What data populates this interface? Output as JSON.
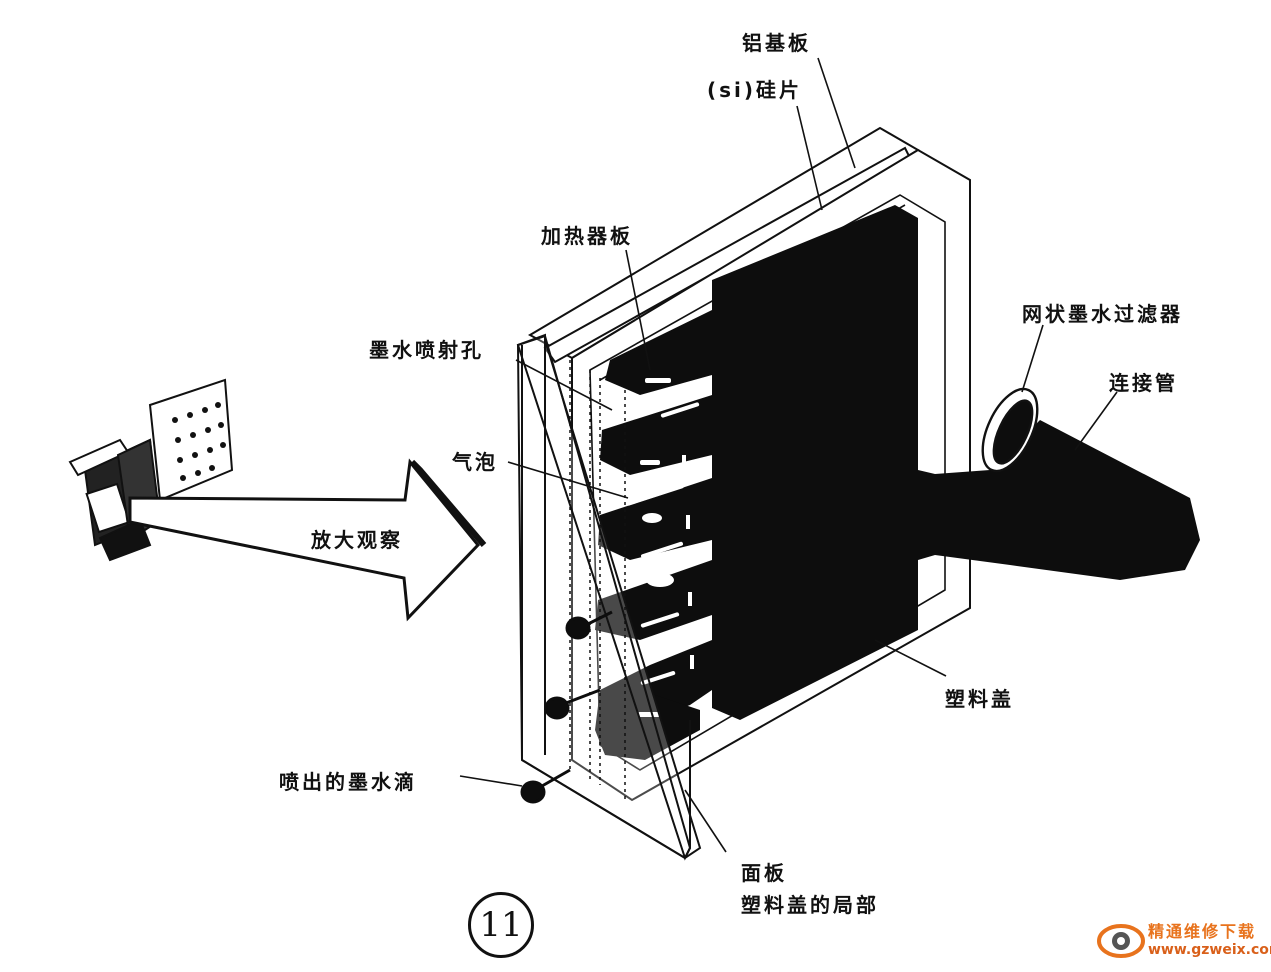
{
  "labels": {
    "aluminum_base": "铝基板",
    "silicon_chip": "(si)硅片",
    "heater_plate": "加热器板",
    "nozzle": "墨水喷射孔",
    "bubble": "气泡",
    "magnify": "放大观察",
    "mesh_filter": "网状墨水过滤器",
    "connector_tube": "连接管",
    "plastic_cover": "塑料盖",
    "ejected_droplet": "喷出的墨水滴",
    "face_plate": "面板",
    "cover_part": "塑料盖的局部"
  },
  "figure_number": "11",
  "watermark": {
    "title": "精通维修下载",
    "url": "www.gzweix.com",
    "color": "#e8731d"
  },
  "colors": {
    "ink": "#0d0d0d",
    "line": "#111111",
    "plate": "#ffffff"
  }
}
